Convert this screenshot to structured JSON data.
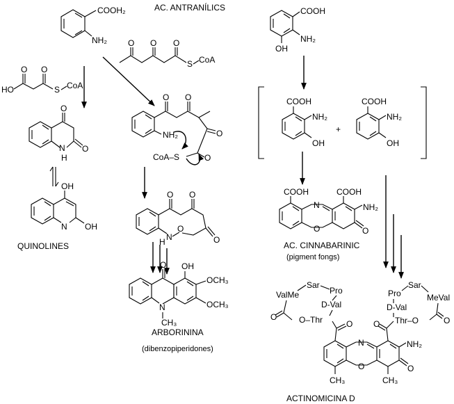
{
  "colors": {
    "ink": "#000000",
    "background": "#ffffff"
  },
  "atoms": {
    "cooh_h2": "COOH₂",
    "cooh": "COOH",
    "nh2": "NH₂",
    "oh": "OH",
    "o": "O",
    "h": "H",
    "n": "N",
    "s": "S",
    "coa": "CoA",
    "ho": "HO",
    "och3": "OCH₃",
    "ch3": "CH₃",
    "plus": "+",
    "valme": "ValMe",
    "meval": "MeVal",
    "sar": "Sar",
    "pro": "Pro",
    "dval": "D-Val",
    "thr": "Thr",
    "o_thr": "O–Thr",
    "thr_o": "Thr–O",
    "coa_s": "CoA–S"
  },
  "labels": {
    "ac_antranilics": "AC. ANTRANÍLICS",
    "quinolines": "QUINOLINES",
    "arborinina": "ARBORININA",
    "dibenzopiperidones": "(dibenzopiperidones)",
    "ac_cinnabarinic": "AC. CINNABARINIC",
    "pigment_fongs": "(pigment fongs)",
    "actinomicina_d": "ACTINOMICINA D"
  }
}
